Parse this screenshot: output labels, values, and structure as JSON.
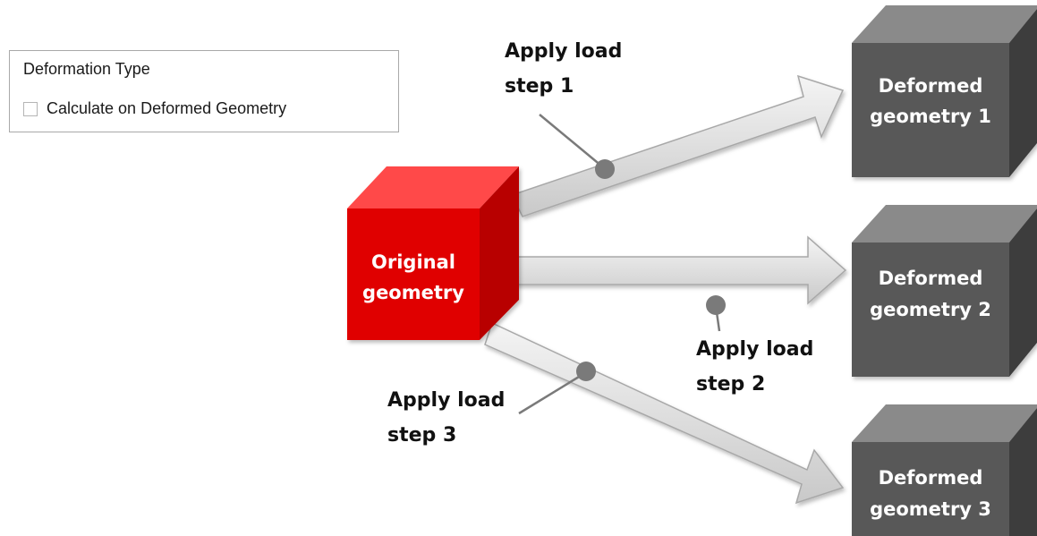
{
  "panel": {
    "title": "Deformation Type",
    "checkbox": {
      "label": "Calculate on Deformed Geometry",
      "checked": false
    }
  },
  "original": {
    "line1": "Original",
    "line2": "geometry",
    "color": "#e00000"
  },
  "deformed": [
    {
      "line1": "Deformed",
      "line2": "geometry 1"
    },
    {
      "line1": "Deformed",
      "line2": "geometry 2"
    },
    {
      "line1": "Deformed",
      "line2": "geometry 3"
    }
  ],
  "steps": [
    {
      "line1": "Apply load",
      "line2": "step 1"
    },
    {
      "line1": "Apply load",
      "line2": "step 2"
    },
    {
      "line1": "Apply load",
      "line2": "step 3"
    }
  ],
  "colors": {
    "deformed_face": "#595959",
    "arrow_fill": "#e2e2e2",
    "callout": "#7a7a7a"
  }
}
